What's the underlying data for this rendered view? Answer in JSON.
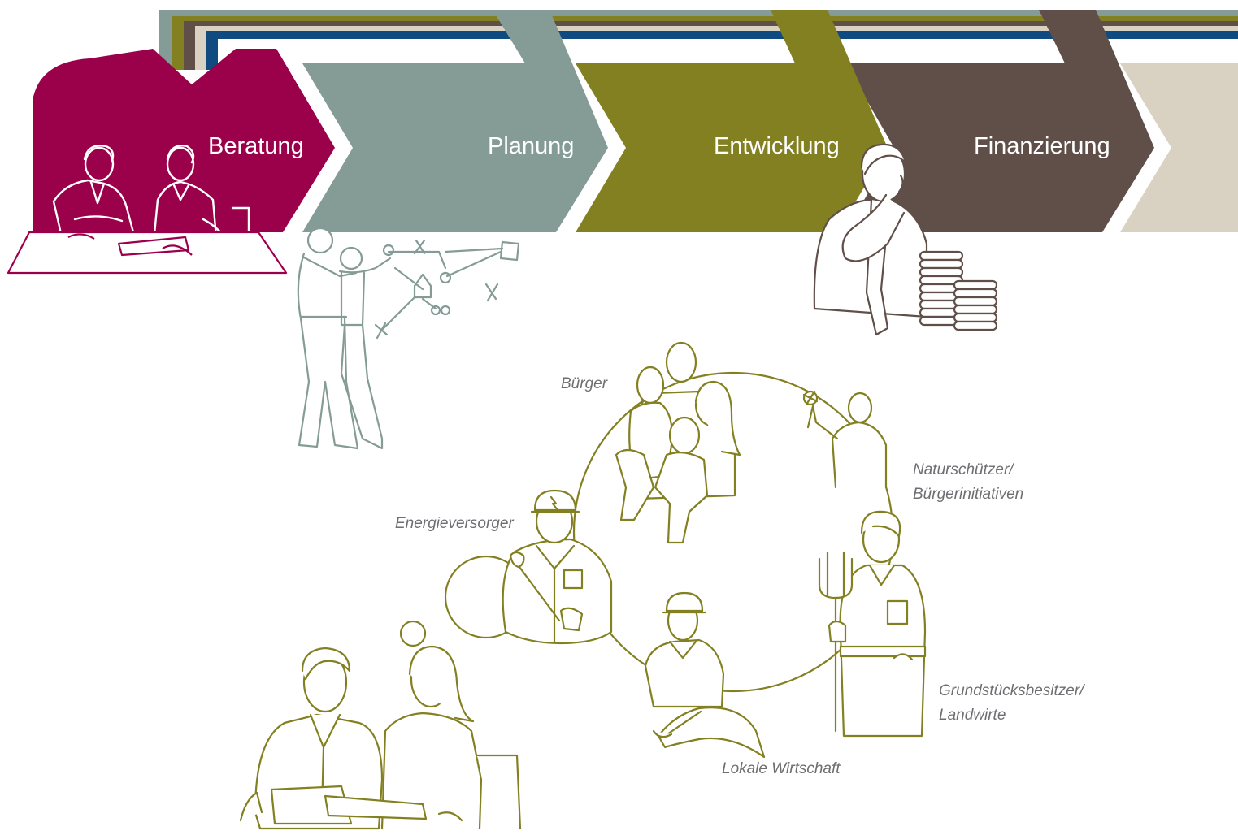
{
  "process_steps": [
    {
      "label": "Beratung",
      "color": "#9b004b"
    },
    {
      "label": "Planung",
      "color": "#859b96"
    },
    {
      "label": "Entwicklung",
      "color": "#838021"
    },
    {
      "label": "Finanzierung",
      "color": "#5f4f48"
    },
    {
      "label": "",
      "color": "#d9d2c2"
    }
  ],
  "band_colors": [
    "#859b96",
    "#838021",
    "#5f4f48",
    "#d9d2c2",
    "#0f4a81"
  ],
  "stakeholders": {
    "buerger": {
      "line1": "Bürger"
    },
    "naturschuetzer": {
      "line1": "Naturschützer/",
      "line2": "Bürgerinitiativen"
    },
    "energieversorger": {
      "line1": "Energieversorger"
    },
    "grundstuecksbesitzer": {
      "line1": "Grundstücksbesitzer/",
      "line2": "Landwirte"
    },
    "lokale_wirtschaft": {
      "line1": "Lokale Wirtschaft"
    }
  },
  "illustration_colors": {
    "beratung": "#9b004b",
    "planung": "#859b96",
    "finanzierung": "#5f4f48",
    "stakeholder": "#838021"
  },
  "icons": [
    "consultation-people-icon",
    "planners-whiteboard-icon",
    "financier-with-coins-icon",
    "citizens-family-icon",
    "conservationist-icon",
    "energy-worker-icon",
    "farmer-with-pitchfork-icon",
    "local-business-worker-icon",
    "advisors-at-table-icon"
  ]
}
